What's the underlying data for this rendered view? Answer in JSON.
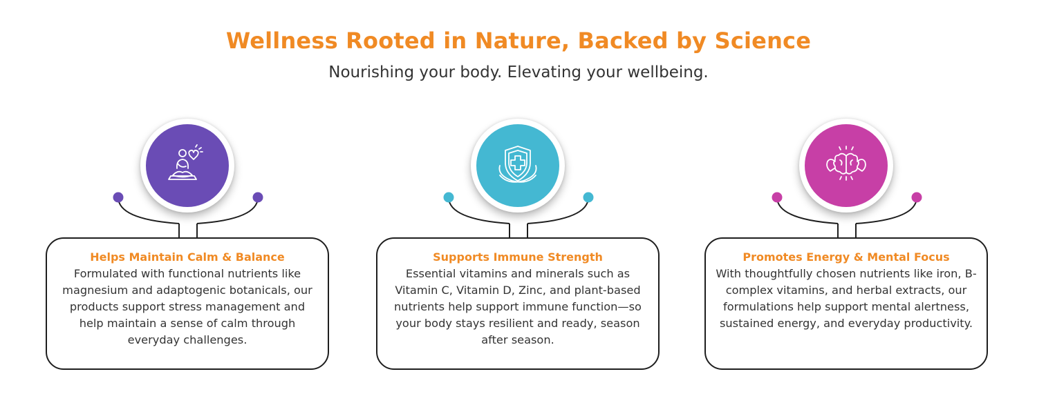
{
  "header": {
    "title": "Wellness Rooted in Nature, Backed by Science",
    "subtitle": "Nourishing your body. Elevating your wellbeing."
  },
  "cards": [
    {
      "title": "Helps Maintain Calm & Balance",
      "text": "Formulated with functional nutrients like magnesium and adaptogenic botanicals, our products support stress management and help maintain a sense of calm through everyday challenges.",
      "icon": "meditation-icon",
      "color": "#6a4cb5"
    },
    {
      "title": "Supports Immune Strength",
      "text": "Essential vitamins and minerals such as Vitamin C, Vitamin D, Zinc, and plant-based nutrients help support immune function—so your body stays resilient and ready, season after season.",
      "icon": "shield-cross-icon",
      "color": "#44b8d2"
    },
    {
      "title": "Promotes Energy & Mental Focus",
      "text": "With thoughtfully chosen nutrients like iron, B-complex vitamins, and herbal extracts, our formulations help support mental alertness, sustained energy, and everyday productivity.",
      "icon": "brain-muscle-icon",
      "color": "#c73fa6"
    }
  ],
  "colors": {
    "accent": "#f08a24",
    "text": "#333333",
    "outline": "#1e1e1e"
  }
}
